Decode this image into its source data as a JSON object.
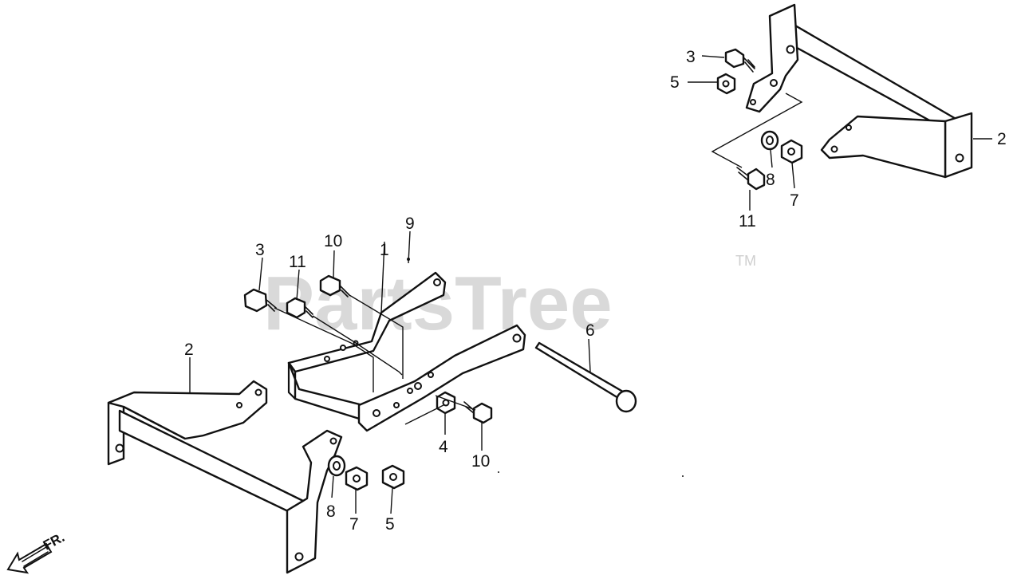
{
  "watermark": {
    "text": "PartsTree",
    "trademark": "TM"
  },
  "direction_indicator": {
    "label": "FR."
  },
  "callouts": [
    {
      "id": "c-3-top",
      "label": "3"
    },
    {
      "id": "c-5-top",
      "label": "5"
    },
    {
      "id": "c-2-right",
      "label": "2"
    },
    {
      "id": "c-8-top",
      "label": "8"
    },
    {
      "id": "c-7-top",
      "label": "7"
    },
    {
      "id": "c-11-top",
      "label": "11"
    },
    {
      "id": "c-9",
      "label": "9"
    },
    {
      "id": "c-10-upper",
      "label": "10"
    },
    {
      "id": "c-3-mid",
      "label": "3"
    },
    {
      "id": "c-11-mid",
      "label": "11"
    },
    {
      "id": "c-1",
      "label": "1"
    },
    {
      "id": "c-6",
      "label": "6"
    },
    {
      "id": "c-2-left",
      "label": "2"
    },
    {
      "id": "c-4",
      "label": "4"
    },
    {
      "id": "c-10-lower",
      "label": "10"
    },
    {
      "id": "c-8-bottom",
      "label": "8"
    },
    {
      "id": "c-7-bottom",
      "label": "7"
    },
    {
      "id": "c-5-bottom",
      "label": "5"
    }
  ]
}
